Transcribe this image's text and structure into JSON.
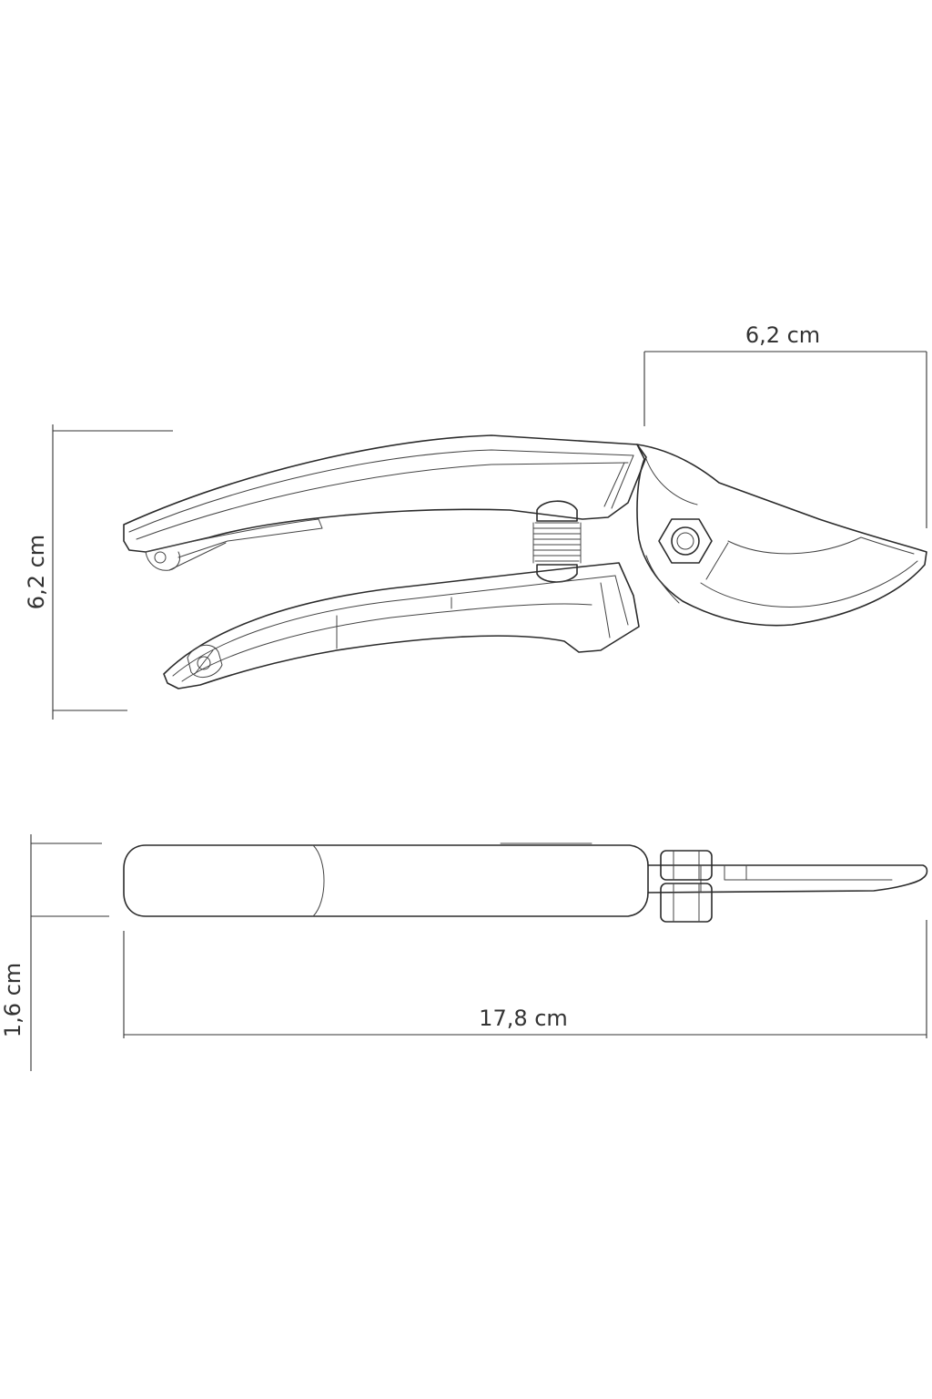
{
  "dimensions": {
    "top_width": "6,2 cm",
    "height": "6,2 cm",
    "thickness": "1,6 cm",
    "length": "17,8 cm"
  }
}
